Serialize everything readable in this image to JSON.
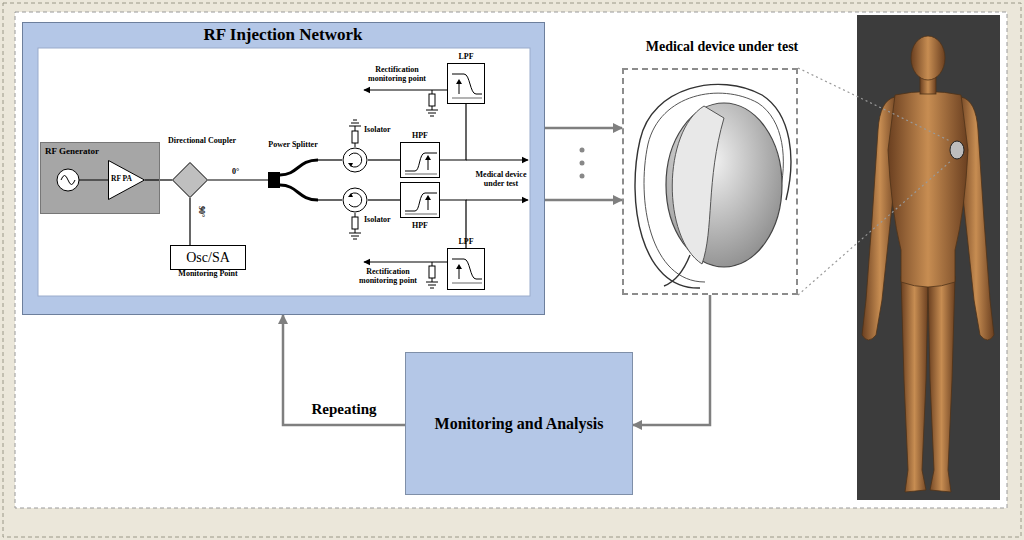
{
  "diagram": {
    "nodes": [
      {
        "text": [
          "RF Injection Network"
        ]
      },
      {
        "text": [
          "RF Generator"
        ],
        "in": 0
      },
      {
        "text": [
          "RF PA"
        ],
        "in": 1
      },
      {
        "text": [
          "Directional Coupler"
        ],
        "in": 0
      },
      {
        "text": [
          "Osc/SA",
          "Monitoring Point"
        ],
        "in": 0
      },
      {
        "text": [
          "Power Splitter"
        ],
        "in": 0
      },
      {
        "text": [
          "Isolator"
        ],
        "in": 0
      },
      {
        "text": [
          "Isolator"
        ],
        "in": 0
      },
      {
        "text": [
          "HPF"
        ],
        "in": 0
      },
      {
        "text": [
          "HPF"
        ],
        "in": 0
      },
      {
        "text": [
          "LPF"
        ],
        "in": 0
      },
      {
        "text": [
          "LPF"
        ],
        "in": 0
      },
      {
        "text": [
          "Medical device under test"
        ]
      },
      {
        "text": [
          "Monitoring and Analysis"
        ]
      }
    ],
    "edges": [
      {
        "from": 2,
        "to": 3,
        "arrow": "none"
      },
      {
        "from": 3,
        "to": 5,
        "arrow": "none"
      },
      {
        "from": 3,
        "to": 4,
        "arrow": "none"
      },
      {
        "from": 5,
        "to": 6,
        "arrow": "none"
      },
      {
        "from": 5,
        "to": 7,
        "arrow": "none"
      },
      {
        "from": 6,
        "to": 8,
        "arrow": "none"
      },
      {
        "from": 7,
        "to": 9,
        "arrow": "none"
      },
      {
        "from": 8,
        "to": 10,
        "arrow": "none"
      },
      {
        "from": 9,
        "to": 11,
        "arrow": "none"
      },
      {
        "from": 0,
        "to": 12,
        "arrow": "to"
      },
      {
        "from": 0,
        "to": 12,
        "arrow": "to"
      },
      {
        "from": 12,
        "to": 13,
        "arrow": "to"
      },
      {
        "from": 13,
        "to": 0,
        "arrow": "to",
        "label": "Repeating"
      }
    ],
    "labels": [
      "Rectification monitoring point",
      "0°",
      "Medical device under test",
      "90°",
      "Rectification monitoring point"
    ]
  }
}
